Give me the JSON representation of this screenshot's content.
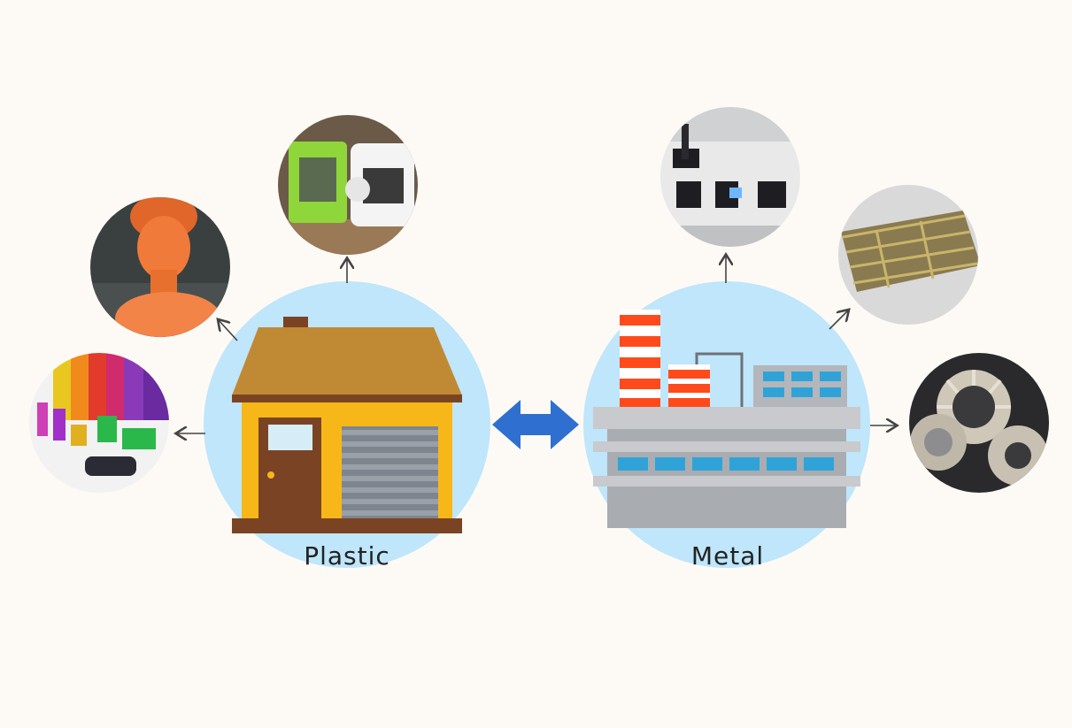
{
  "diagram": {
    "left_hub": {
      "label": "Plastic",
      "icon": "house-icon"
    },
    "right_hub": {
      "label": "Metal",
      "icon": "factory-icon"
    },
    "connector": {
      "icon": "double-arrow-icon",
      "color": "#2f6fd0"
    },
    "hub_color": "#bfe6fa",
    "left_photos": [
      {
        "name": "photo-filament-spools-and-printed-figures"
      },
      {
        "name": "photo-orange-printed-bust"
      },
      {
        "name": "photo-desktop-3d-printers"
      }
    ],
    "right_photos": [
      {
        "name": "photo-industrial-metal-printer"
      },
      {
        "name": "photo-metal-lattice-structure"
      },
      {
        "name": "photo-metal-turbine-parts"
      }
    ]
  }
}
